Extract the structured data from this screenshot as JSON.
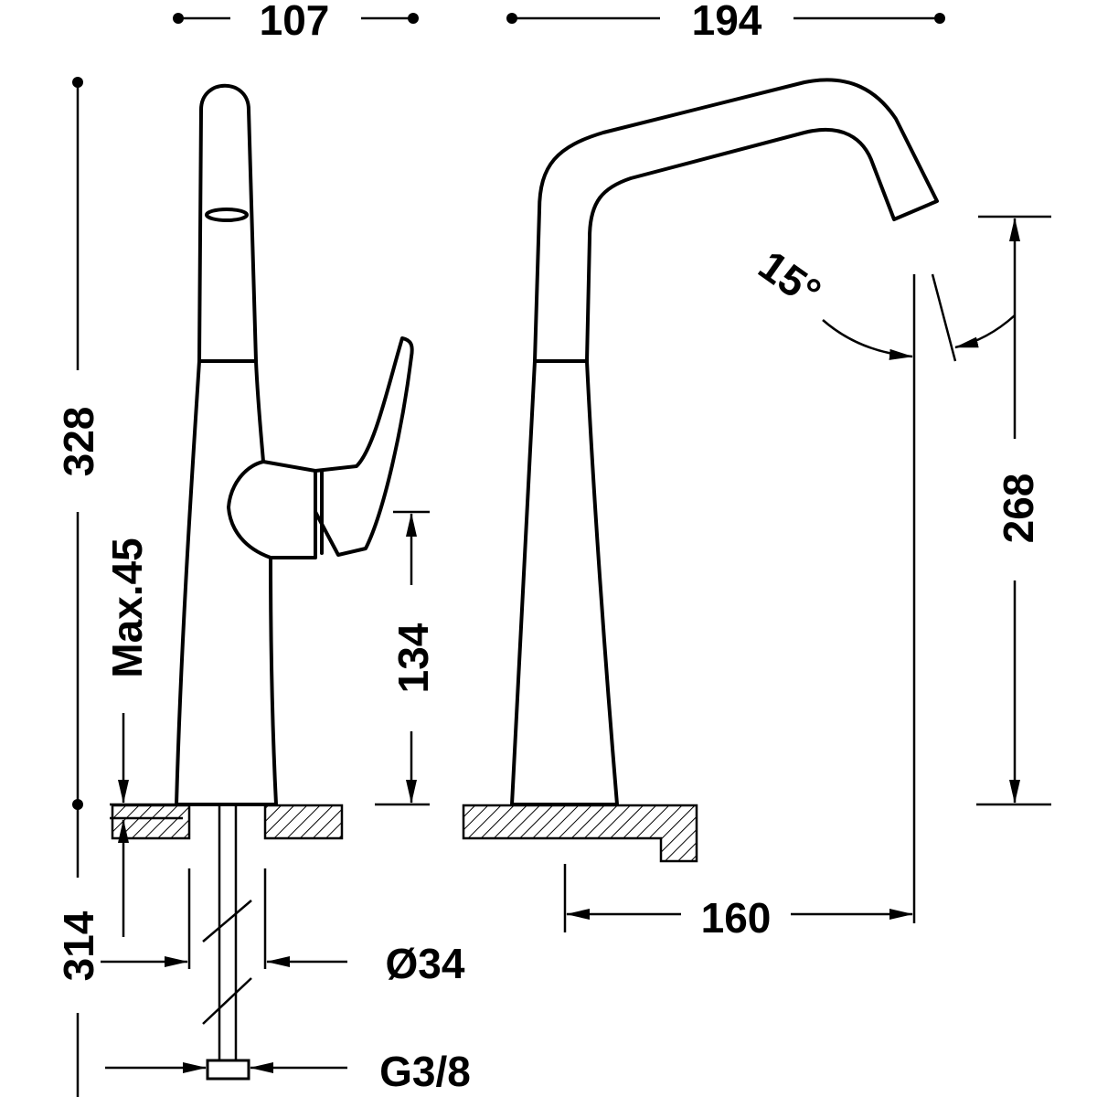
{
  "title": "Faucet technical dimension drawing",
  "dimensions": {
    "side_width": "107",
    "spout_reach_total": "194",
    "total_height": "328",
    "max_deck_thickness": "Max.45",
    "handle_height": "134",
    "outlet_height": "268",
    "spout_angle": "15°",
    "hose_length": "314",
    "base_diameter": "Ø34",
    "connection_thread": "G3/8",
    "spout_reach": "160"
  },
  "colors": {
    "line": "#000000",
    "background": "#ffffff"
  }
}
